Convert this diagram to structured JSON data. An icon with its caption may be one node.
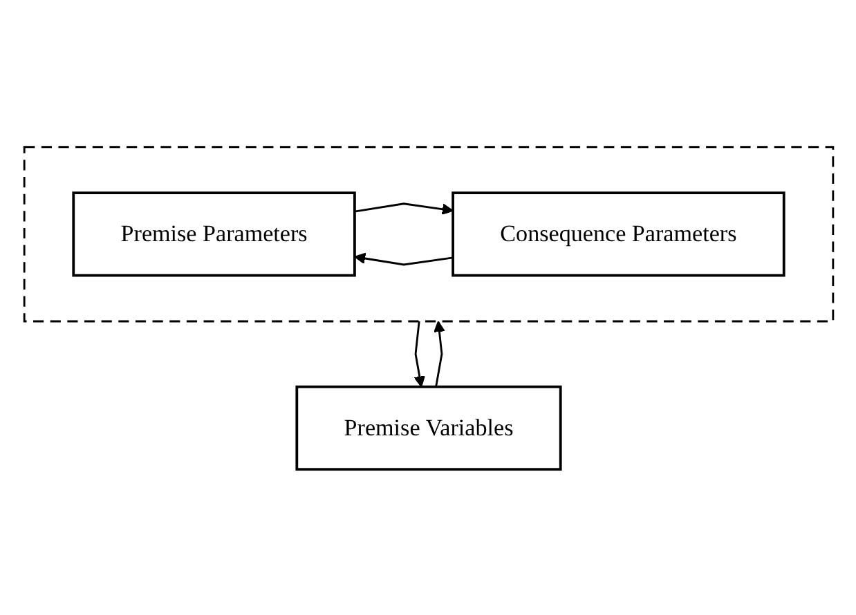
{
  "diagram": {
    "nodes": [
      {
        "text": [
          "Premise Variables"
        ]
      },
      {
        "text": [],
        "shape": "box"
      },
      {
        "text": [
          "Premise Parameters"
        ],
        "in": 1
      },
      {
        "text": [
          "Consequence Parameters"
        ],
        "in": 1
      }
    ],
    "edges": [
      {
        "from": 0,
        "to": 1,
        "arrow": "to"
      },
      {
        "from": 2,
        "to": 3,
        "arrow": "to"
      },
      {
        "from": 3,
        "to": 2,
        "arrow": "to"
      },
      {
        "from": 1,
        "to": 0,
        "arrow": "to"
      }
    ]
  }
}
